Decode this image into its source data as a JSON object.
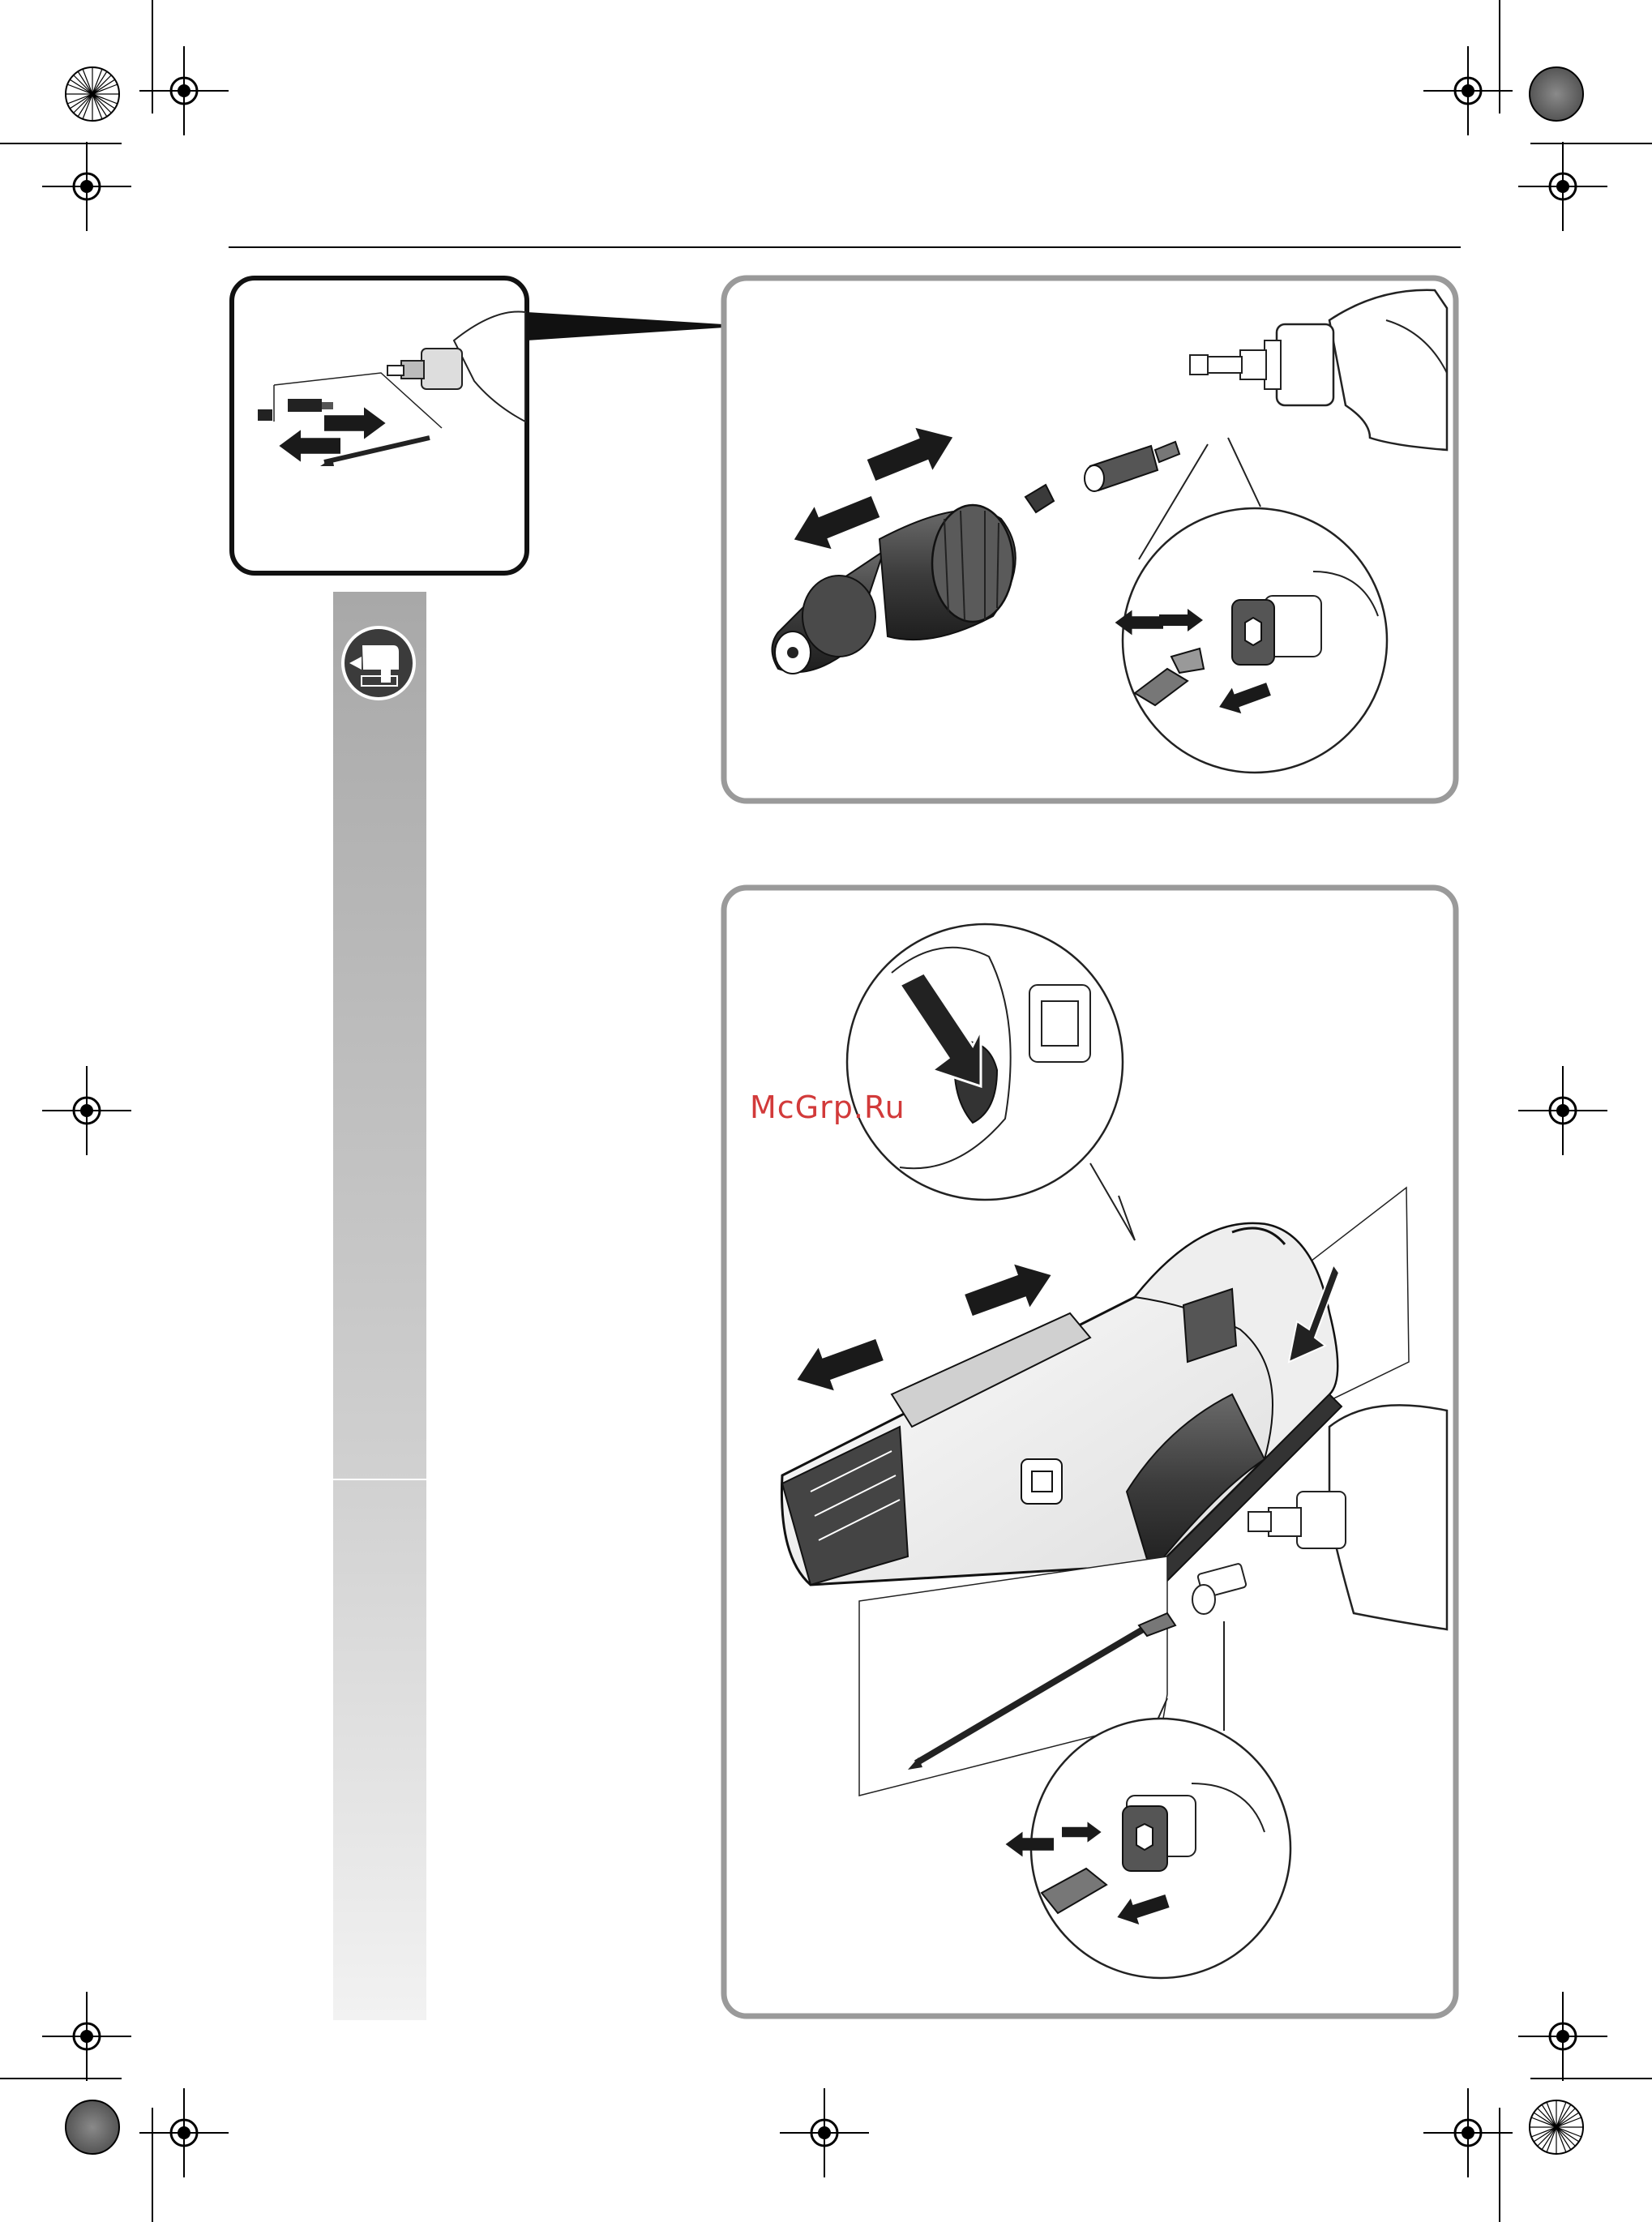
{
  "watermark": {
    "text": "McGrp.Ru",
    "color": "#d23a3a"
  },
  "side_tab": {
    "icon": "drill-battery-icon"
  },
  "panels": [
    {
      "id": "inset-overview",
      "content": "tool-with-accessories-illustration"
    },
    {
      "id": "figure-a",
      "content": "depth-stop-attachment-illustration"
    },
    {
      "id": "figure-b",
      "content": "autofeed-attachment-illustration"
    }
  ],
  "colors": {
    "frame": "#9a9a9a",
    "ink": "#1a1a1a",
    "tool_dark": "#3a3a3a",
    "tool_light": "#efefef",
    "tab_top": "#a8a8a8",
    "tab_bottom": "#f2f2f2"
  }
}
